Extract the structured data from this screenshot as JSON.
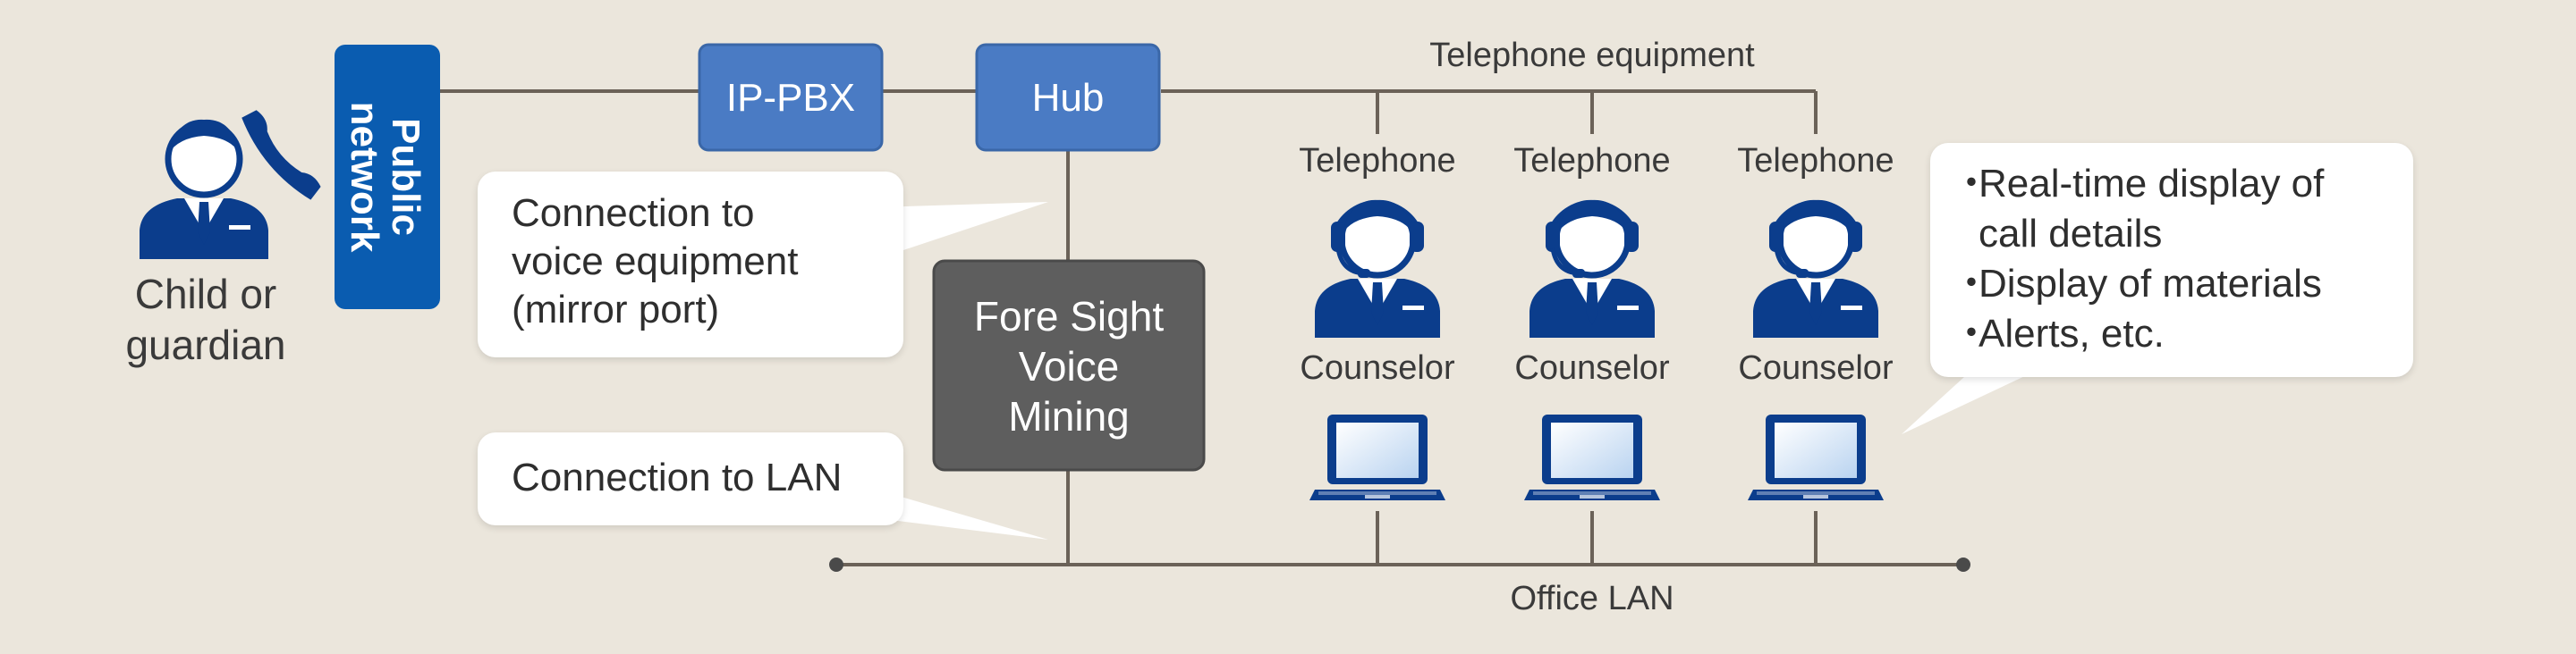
{
  "caller": {
    "label_line1": "Child or",
    "label_line2": "guardian"
  },
  "public_network": {
    "line1": "Public",
    "line2": "network"
  },
  "ip_pbx": {
    "label": "IP-PBX"
  },
  "hub": {
    "label": "Hub"
  },
  "voice_mining": {
    "line1": "Fore Sight",
    "line2": "Voice",
    "line3": "Mining"
  },
  "telephone_equipment": {
    "label": "Telephone equipment"
  },
  "stations": [
    {
      "telephone_label": "Telephone",
      "counselor_label": "Counselor"
    },
    {
      "telephone_label": "Telephone",
      "counselor_label": "Counselor"
    },
    {
      "telephone_label": "Telephone",
      "counselor_label": "Counselor"
    }
  ],
  "office_lan": {
    "label": "Office LAN"
  },
  "callout_voice": {
    "line1": "Connection to",
    "line2": "voice equipment",
    "line3": "(mirror port)"
  },
  "callout_lan": {
    "label": "Connection to LAN"
  },
  "callout_features": {
    "bullet": "・",
    "items": [
      {
        "line1": "Real-time display of",
        "line2": "call details"
      },
      {
        "line1": "Display of materials",
        "line2": ""
      },
      {
        "line1": "Alerts, etc.",
        "line2": ""
      }
    ]
  },
  "colors": {
    "background": "#ebe6dc",
    "navy": "#0b3d8c",
    "box_blue": "#4a7bc4",
    "public_network_blue": "#0a5cb0",
    "voice_mining_gray": "#5e5e5e",
    "line": "#6b6258"
  }
}
